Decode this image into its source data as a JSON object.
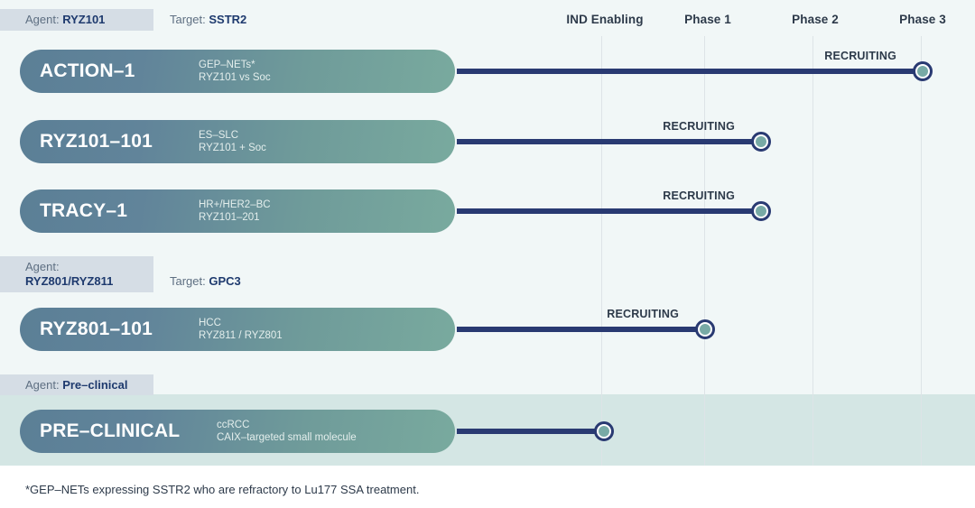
{
  "chart_data": {
    "type": "table",
    "title": "Clinical pipeline timeline",
    "phase_columns": [
      "IND Enabling",
      "Phase 1",
      "Phase 2",
      "Phase 3"
    ],
    "groups": [
      {
        "agent_label": "Agent:",
        "agent_value": "RYZ101",
        "agent_stacked": false,
        "target_label": "Target:",
        "target_value": "SSTR2",
        "programs": [
          {
            "name": "ACTION–1",
            "indication": "GEP–NETs*",
            "detail": "RYZ101 vs Soc",
            "status": "RECRUITING",
            "progress_phase": "Phase 3"
          },
          {
            "name": "RYZ101–101",
            "indication": "ES–SLC",
            "detail": "RYZ101 + Soc",
            "status": "RECRUITING",
            "progress_phase": "Phase 1"
          },
          {
            "name": "TRACY–1",
            "indication": "HR+/HER2–BC",
            "detail": "RYZ101–201",
            "status": "RECRUITING",
            "progress_phase": "Phase 1"
          }
        ]
      },
      {
        "agent_label": "Agent:",
        "agent_value": "RYZ801/RYZ811",
        "agent_stacked": true,
        "target_label": "Target:",
        "target_value": "GPC3",
        "programs": [
          {
            "name": "RYZ801–101",
            "indication": "HCC",
            "detail": "RYZ811 / RYZ801",
            "status": "RECRUITING",
            "progress_phase": "Phase 1"
          }
        ]
      },
      {
        "agent_label": "Agent:",
        "agent_value": "Pre–clinical",
        "agent_stacked": false,
        "target_label": "",
        "target_value": "",
        "programs": [
          {
            "name": "PRE–CLINICAL",
            "indication": "ccRCC",
            "detail": "CAIX–targeted small molecule",
            "status": "",
            "progress_phase": "IND Enabling"
          }
        ]
      }
    ]
  },
  "header": {
    "phases": [
      {
        "label": "IND Enabling"
      },
      {
        "label": "Phase 1"
      },
      {
        "label": "Phase 2"
      },
      {
        "label": "Phase 3"
      }
    ]
  },
  "groups": {
    "g0": {
      "agent_prefix": "Agent: ",
      "agent_name": "RYZ101",
      "target_prefix": "Target: ",
      "target_name": "SSTR2"
    },
    "g1": {
      "agent_prefix": "Agent:",
      "agent_name": "RYZ801/RYZ811",
      "target_prefix": "Target: ",
      "target_name": "GPC3"
    },
    "g2": {
      "agent_prefix": "Agent: ",
      "agent_name": "Pre–clinical"
    }
  },
  "rows": {
    "r0": {
      "name": "ACTION–1",
      "indication": "GEP–NETs*",
      "detail": "RYZ101 vs Soc",
      "status": "RECRUITING"
    },
    "r1": {
      "name": "RYZ101–101",
      "indication": "ES–SLC",
      "detail": "RYZ101 + Soc",
      "status": "RECRUITING"
    },
    "r2": {
      "name": "TRACY–1",
      "indication": "HR+/HER2–BC",
      "detail": "RYZ101–201",
      "status": "RECRUITING"
    },
    "r3": {
      "name": "RYZ801–101",
      "indication": "HCC",
      "detail": "RYZ811 / RYZ801",
      "status": "RECRUITING"
    },
    "r4": {
      "name": "PRE–CLINICAL",
      "indication": "ccRCC",
      "detail": "CAIX–targeted small molecule",
      "status": ""
    }
  },
  "footnote": {
    "text": "*GEP–NETs expressing SSTR2 who are refractory to Lu177 SSA treatment."
  },
  "colors": {
    "plate_bg": "#f1f7f7",
    "preclinical_band": "#d4e6e4",
    "badge_bg": "#d5dde5",
    "navy": "#293a72",
    "navy_text": "#1e3a6e",
    "capsule_from": "#5b7f96",
    "capsule_to": "#79aa9e",
    "marker_fill": "#78aaa6",
    "gridline": "#dde4e7",
    "muted_text": "#5e6f82",
    "dark_text": "#2d3a4a"
  }
}
